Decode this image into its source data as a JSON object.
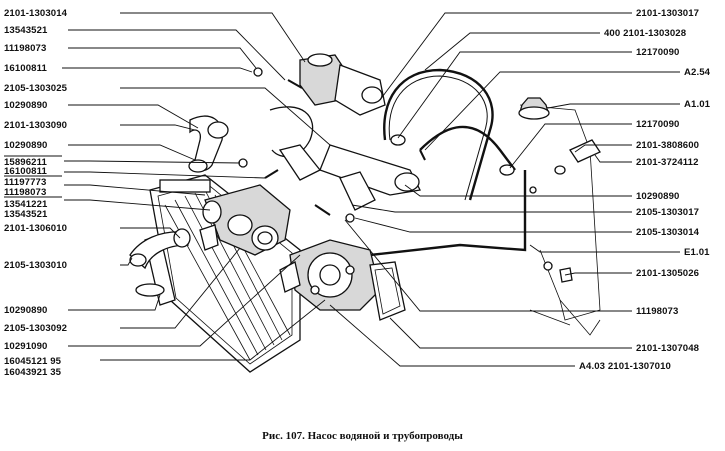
{
  "labels_left": [
    {
      "id": "l1",
      "text": "2101-1303014"
    },
    {
      "id": "l2",
      "text": "13543521"
    },
    {
      "id": "l3",
      "text": "11198073"
    },
    {
      "id": "l4",
      "text": "16100811"
    },
    {
      "id": "l5",
      "text": "2105-1303025"
    },
    {
      "id": "l6",
      "text": "10290890"
    },
    {
      "id": "l7",
      "text": "2101-1303090"
    },
    {
      "id": "l8",
      "text": "10290890"
    },
    {
      "id": "l9",
      "text": "15896211"
    },
    {
      "id": "l10",
      "text": "16100811"
    },
    {
      "id": "l11",
      "text": "11197773"
    },
    {
      "id": "l12",
      "text": "11198073"
    },
    {
      "id": "l13",
      "text": "13541221"
    },
    {
      "id": "l14",
      "text": "13543521"
    },
    {
      "id": "l15",
      "text": "2101-1306010"
    },
    {
      "id": "l16",
      "text": "2105-1303010"
    },
    {
      "id": "l17",
      "text": "10290890"
    },
    {
      "id": "l18",
      "text": "2105-1303092"
    },
    {
      "id": "l19",
      "text": "10291090"
    },
    {
      "id": "l20",
      "text": "16045121  95"
    },
    {
      "id": "l21",
      "text": "16043921  35"
    }
  ],
  "labels_right": [
    {
      "id": "r1",
      "text": "2101-1303017"
    },
    {
      "id": "r2",
      "text": "400  2101-1303028"
    },
    {
      "id": "r3",
      "text": "12170090"
    },
    {
      "id": "r4",
      "text": "A2.54"
    },
    {
      "id": "r5",
      "text": "A1.01"
    },
    {
      "id": "r6",
      "text": "12170090"
    },
    {
      "id": "r7",
      "text": "2101-3808600"
    },
    {
      "id": "r8",
      "text": "2101-3724112"
    },
    {
      "id": "r9",
      "text": "10290890"
    },
    {
      "id": "r10",
      "text": "2105-1303017"
    },
    {
      "id": "r11",
      "text": "2105-1303014"
    },
    {
      "id": "r12",
      "text": "E1.01"
    },
    {
      "id": "r13",
      "text": "2101-1305026"
    },
    {
      "id": "r14",
      "text": "11198073"
    },
    {
      "id": "r15",
      "text": "2101-1307048"
    },
    {
      "id": "r16",
      "text": "A4.03  2101-1307010"
    }
  ],
  "caption": "Рис. 107. Насос водяной и трубопроводы"
}
